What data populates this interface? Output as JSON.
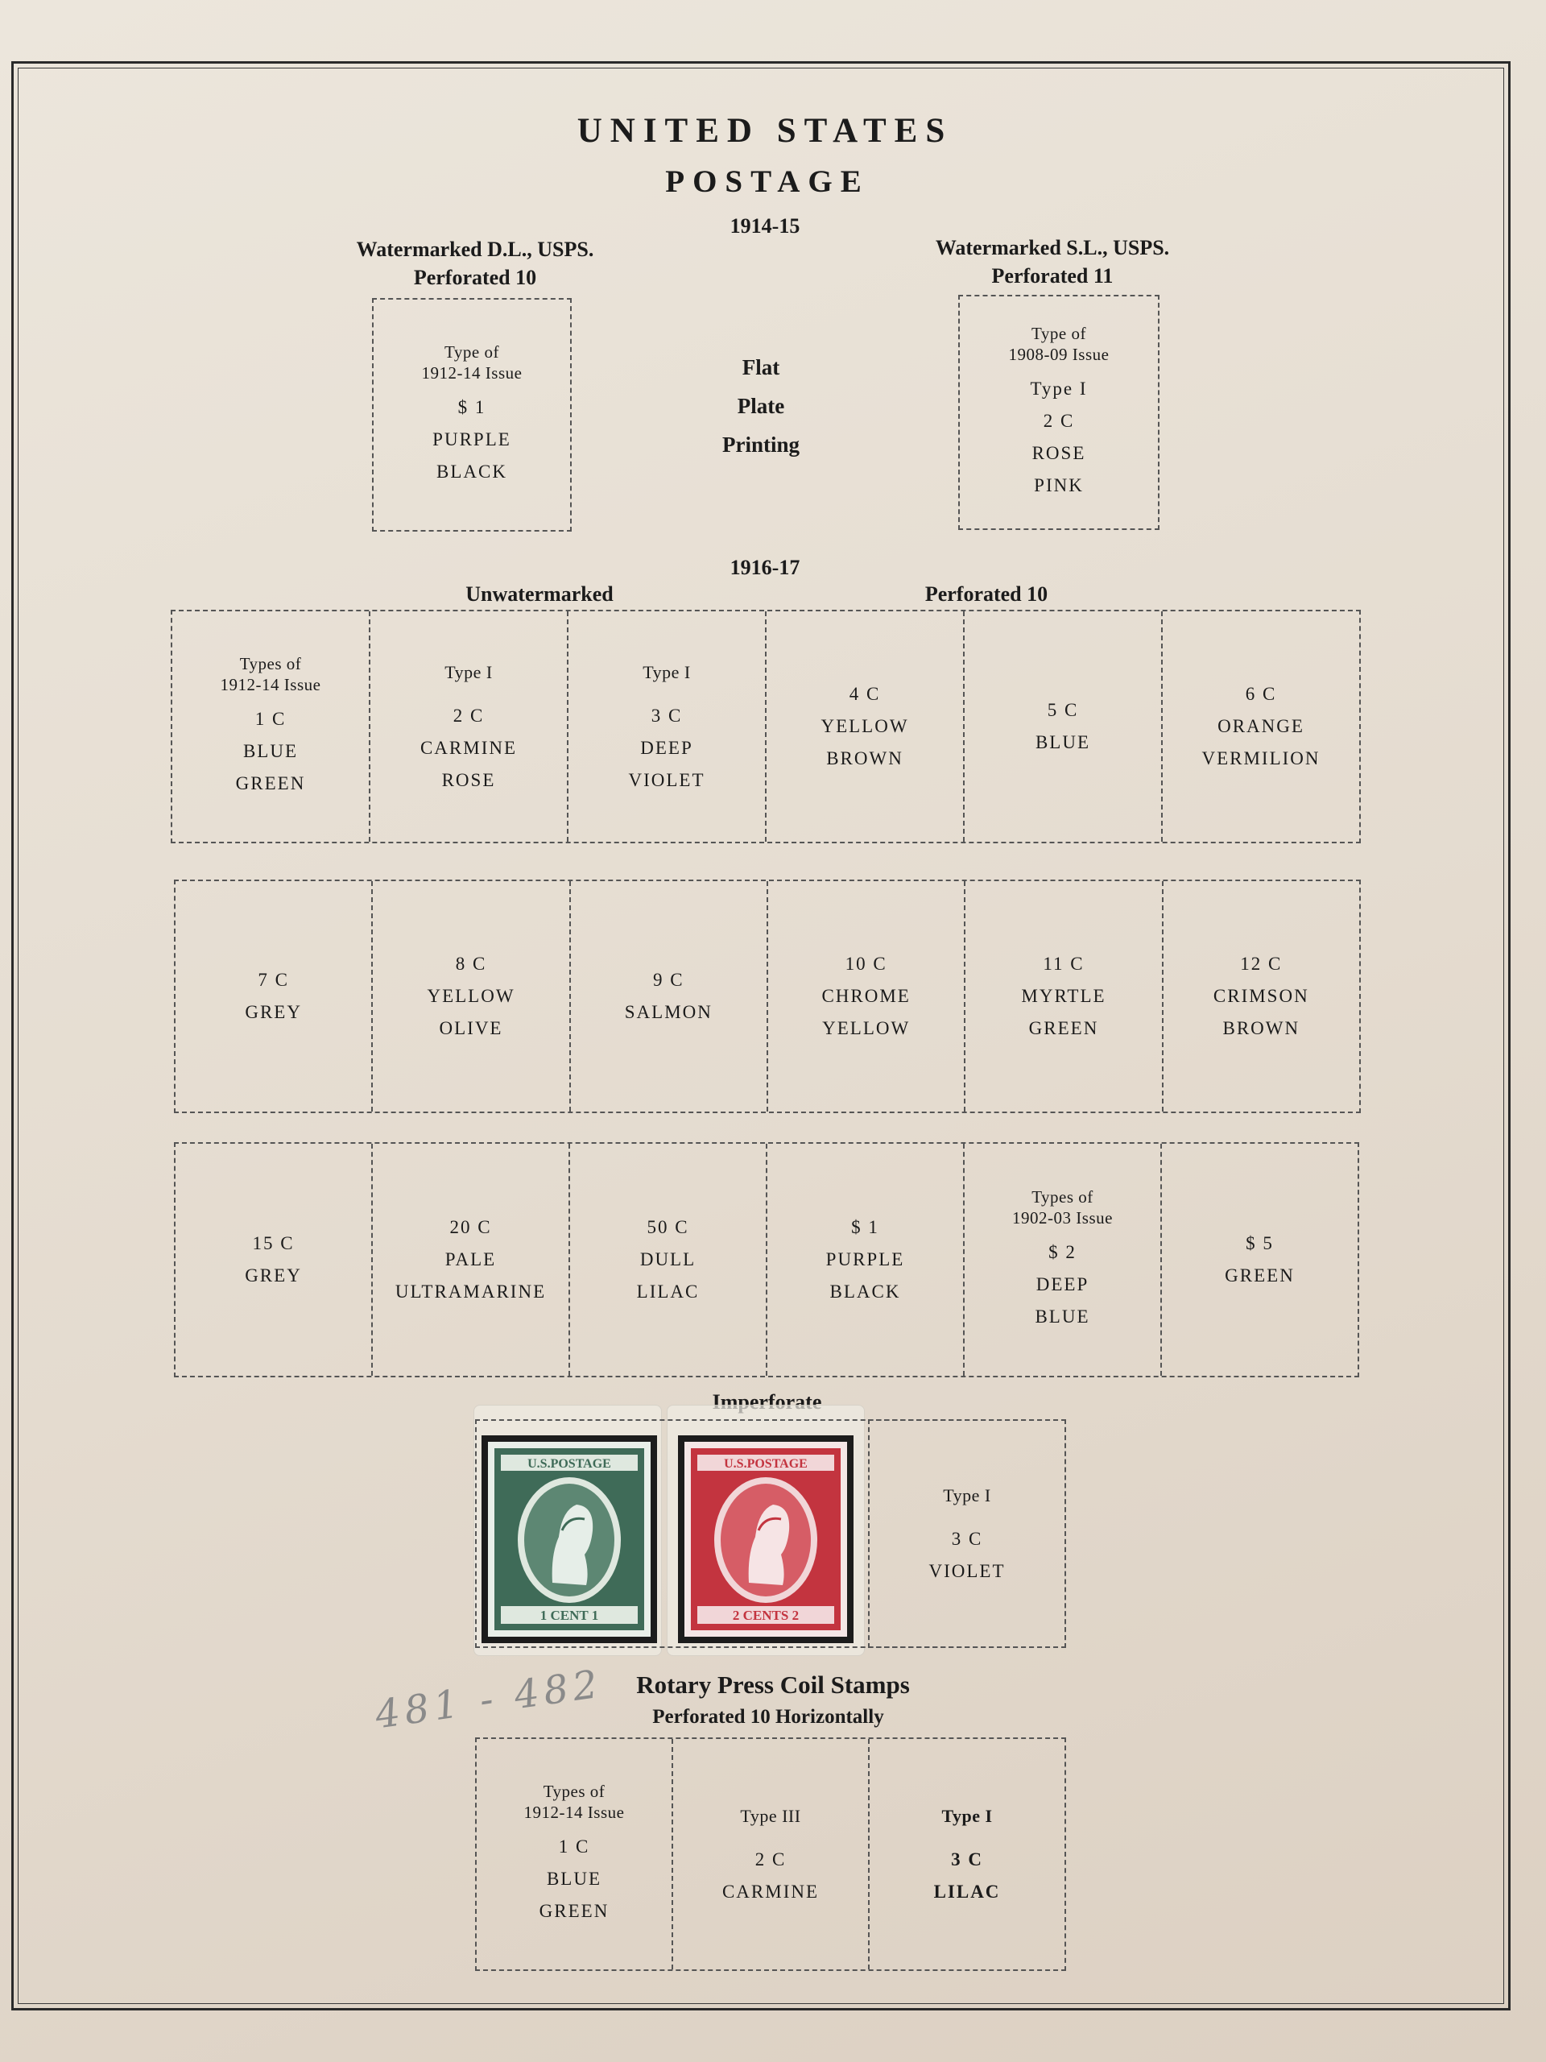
{
  "title_line1": "UNITED STATES",
  "title_line2": "POSTAGE",
  "section_1914": {
    "year": "1914-15",
    "left_head_1": "Watermarked D.L., USPS.",
    "left_head_2": "Perforated 10",
    "left_box": [
      "Type of",
      "1912-14 Issue",
      "$ 1",
      "PURPLE",
      "BLACK"
    ],
    "center": [
      "Flat",
      "Plate",
      "Printing"
    ],
    "right_head_1": "Watermarked S.L., USPS.",
    "right_head_2": "Perforated 11",
    "right_box": [
      "Type of",
      "1908-09 Issue",
      "Type I",
      "2 C",
      "ROSE",
      "PINK"
    ]
  },
  "section_1916": {
    "year": "1916-17",
    "head_left": "Unwatermarked",
    "head_right": "Perforated 10",
    "row1": [
      {
        "pre": [
          "Types of",
          "1912-14 Issue"
        ],
        "lines": [
          "1 C",
          "BLUE",
          "GREEN"
        ]
      },
      {
        "pre": [
          "Type I"
        ],
        "lines": [
          "2 C",
          "CARMINE",
          "ROSE"
        ]
      },
      {
        "pre": [
          "Type I"
        ],
        "lines": [
          "3 C",
          "DEEP",
          "VIOLET"
        ]
      },
      {
        "lines": [
          "4 C",
          "YELLOW",
          "BROWN"
        ]
      },
      {
        "lines": [
          "5 C",
          "BLUE"
        ]
      },
      {
        "lines": [
          "6 C",
          "ORANGE",
          "VERMILION"
        ]
      }
    ],
    "row2": [
      {
        "lines": [
          "7 C",
          "GREY"
        ]
      },
      {
        "lines": [
          "8 C",
          "YELLOW",
          "OLIVE"
        ]
      },
      {
        "lines": [
          "9 C",
          "SALMON"
        ]
      },
      {
        "lines": [
          "10 C",
          "CHROME",
          "YELLOW"
        ]
      },
      {
        "lines": [
          "11 C",
          "MYRTLE",
          "GREEN"
        ]
      },
      {
        "lines": [
          "12 C",
          "CRIMSON",
          "BROWN"
        ]
      }
    ],
    "row3": [
      {
        "lines": [
          "15 C",
          "GREY"
        ]
      },
      {
        "lines": [
          "20 C",
          "PALE",
          "ULTRAMARINE"
        ]
      },
      {
        "lines": [
          "50 C",
          "DULL",
          "LILAC"
        ]
      },
      {
        "lines": [
          "$ 1",
          "PURPLE",
          "BLACK"
        ]
      },
      {
        "pre": [
          "Types of",
          "1902-03 Issue"
        ],
        "lines": [
          "$ 2",
          "DEEP",
          "BLUE"
        ]
      },
      {
        "lines": [
          "$ 5",
          "GREEN"
        ]
      }
    ]
  },
  "imperforate": {
    "heading": "Imperforate",
    "stamp1": {
      "top": "U.S.POSTAGE",
      "bottom": "1 CENT 1",
      "color": "#3f6b58"
    },
    "stamp2": {
      "top": "U.S.POSTAGE",
      "bottom": "2 CENTS 2",
      "color": "#c3343f"
    },
    "box": [
      "Type I",
      "3 C",
      "VIOLET"
    ]
  },
  "pencil_note": "481 - 482",
  "coil": {
    "heading_1": "Rotary Press Coil Stamps",
    "heading_2": "Perforated 10 Horizontally",
    "cells": [
      {
        "pre": [
          "Types of",
          "1912-14 Issue"
        ],
        "lines": [
          "1 C",
          "BLUE",
          "GREEN"
        ]
      },
      {
        "pre": [
          "Type III"
        ],
        "lines": [
          "2 C",
          "CARMINE"
        ]
      },
      {
        "pre": [
          "Type I"
        ],
        "lines": [
          "3 C",
          "LILAC"
        ]
      }
    ]
  }
}
